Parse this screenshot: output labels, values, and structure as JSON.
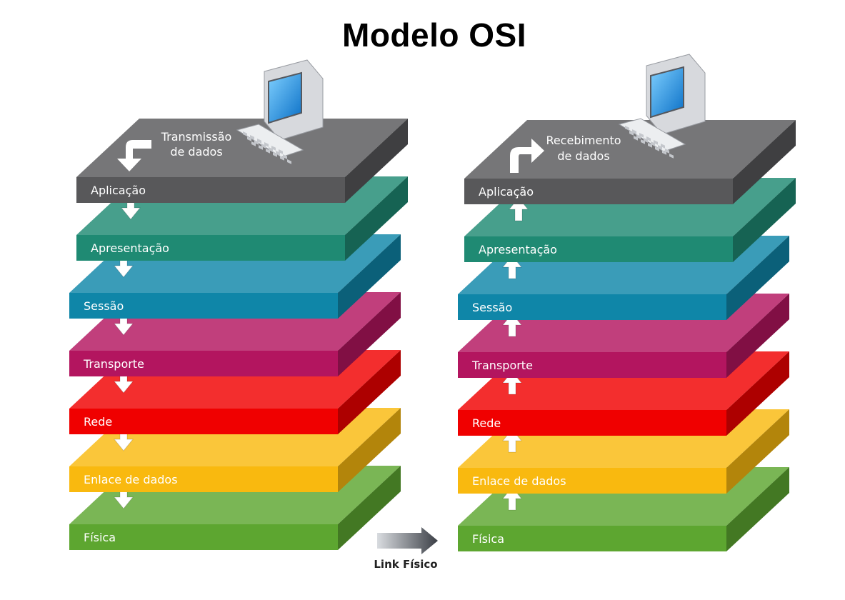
{
  "title": "Modelo OSI",
  "layers": [
    {
      "name": "Aplicação",
      "color": "#58585a"
    },
    {
      "name": "Apresentação",
      "color": "#1f8a73"
    },
    {
      "name": "Sessão",
      "color": "#0f86a8"
    },
    {
      "name": "Transporte",
      "color": "#b3155f"
    },
    {
      "name": "Rede",
      "color": "#f00000"
    },
    {
      "name": "Enlace de dados",
      "color": "#f9b90f"
    },
    {
      "name": "Física",
      "color": "#5da630"
    }
  ],
  "sender": {
    "note_line1": "Transmissão",
    "note_line2": "de dados",
    "arrow_icon": "turn-down-arrow-icon",
    "flow_icon": "down-arrow-icon"
  },
  "receiver": {
    "note_line1": "Recebimento",
    "note_line2": "de dados",
    "arrow_icon": "turn-up-arrow-icon",
    "flow_icon": "up-arrow-icon"
  },
  "link": {
    "label": "Link Físico",
    "icon": "right-arrow-icon"
  }
}
